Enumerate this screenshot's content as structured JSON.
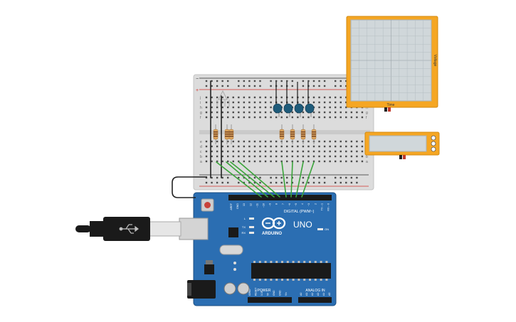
{
  "colors": {
    "canvas": "#ffffff",
    "breadboard": "#dcdcdc",
    "arduino_board": "#2b6eb2",
    "scope_frame": "#f5a623",
    "scope_screen": "#d0d7da",
    "wire_green": "#3aa43a",
    "wire_black": "#222222",
    "led_blue": "#1e5b7a",
    "resistor": "#d9a35f"
  },
  "oscilloscope": {
    "time_label": "Time",
    "y_label": "Voltage"
  },
  "arduino": {
    "brand": "ARDUINO",
    "model": "UNO",
    "digital_label": "DIGITAL (PWM~)",
    "power_label": "POWER",
    "analog_label": "ANALOG IN",
    "on_label": "ON",
    "led_labels": [
      "L",
      "TX",
      "RX"
    ],
    "digital_pins": [
      "AREF",
      "GND",
      "13",
      "12",
      "~11",
      "~10",
      "~9",
      "8",
      "7",
      "~6",
      "~5",
      "4",
      "~3",
      "2",
      "TX→1",
      "RX←0"
    ],
    "power_pins": [
      "IOREF",
      "RESET",
      "3.3V",
      "5V",
      "GND",
      "GND",
      "Vin"
    ],
    "analog_pins": [
      "A0",
      "A1",
      "A2",
      "A3",
      "A4",
      "A5"
    ]
  },
  "breadboard": {
    "row_letters_top": [
      "j",
      "i",
      "h",
      "g",
      "f"
    ],
    "row_letters_bottom": [
      "e",
      "d",
      "c",
      "b",
      "a"
    ],
    "rail_plus": "+",
    "rail_minus": "−"
  },
  "leds": [
    {
      "color": "blue"
    },
    {
      "color": "blue"
    },
    {
      "color": "blue"
    },
    {
      "color": "blue"
    }
  ]
}
